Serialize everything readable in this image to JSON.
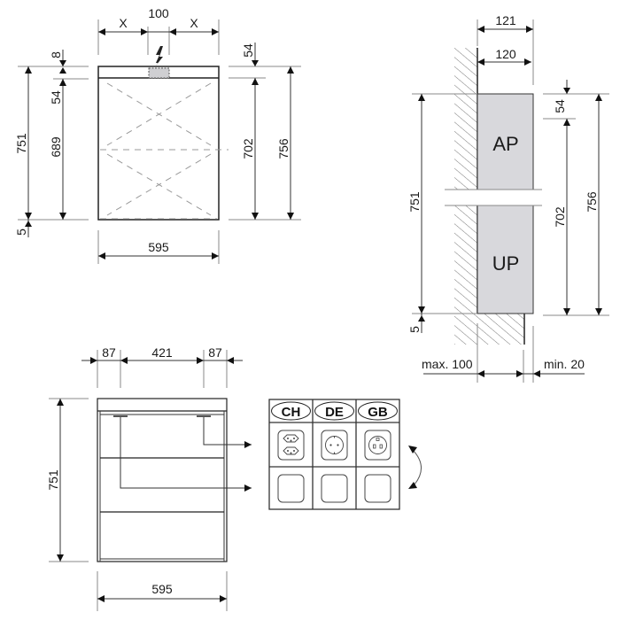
{
  "front_view": {
    "top_label": "100",
    "x_left": "X",
    "x_right": "X",
    "dim_8": "8",
    "dim_54_left": "54",
    "dim_751": "751",
    "dim_689": "689",
    "dim_5": "5",
    "dim_54_right": "54",
    "dim_702": "702",
    "dim_756": "756",
    "width": "595",
    "power_icon": "lightning-icon"
  },
  "side_view": {
    "dim_121": "121",
    "dim_120": "120",
    "dim_751": "751",
    "dim_5": "5",
    "dim_54": "54",
    "dim_702": "702",
    "dim_756": "756",
    "label_ap": "AP",
    "label_up": "UP",
    "max_label": "max. 100",
    "min_label": "min. 20",
    "fill_color": "#d8d8dc"
  },
  "interior_view": {
    "dim_87_left": "87",
    "dim_421": "421",
    "dim_87_right": "87",
    "dim_751": "751",
    "width": "595"
  },
  "socket_table": {
    "countries": [
      "CH",
      "DE",
      "GB"
    ],
    "swap_icon": "curved-double-arrow-icon"
  }
}
